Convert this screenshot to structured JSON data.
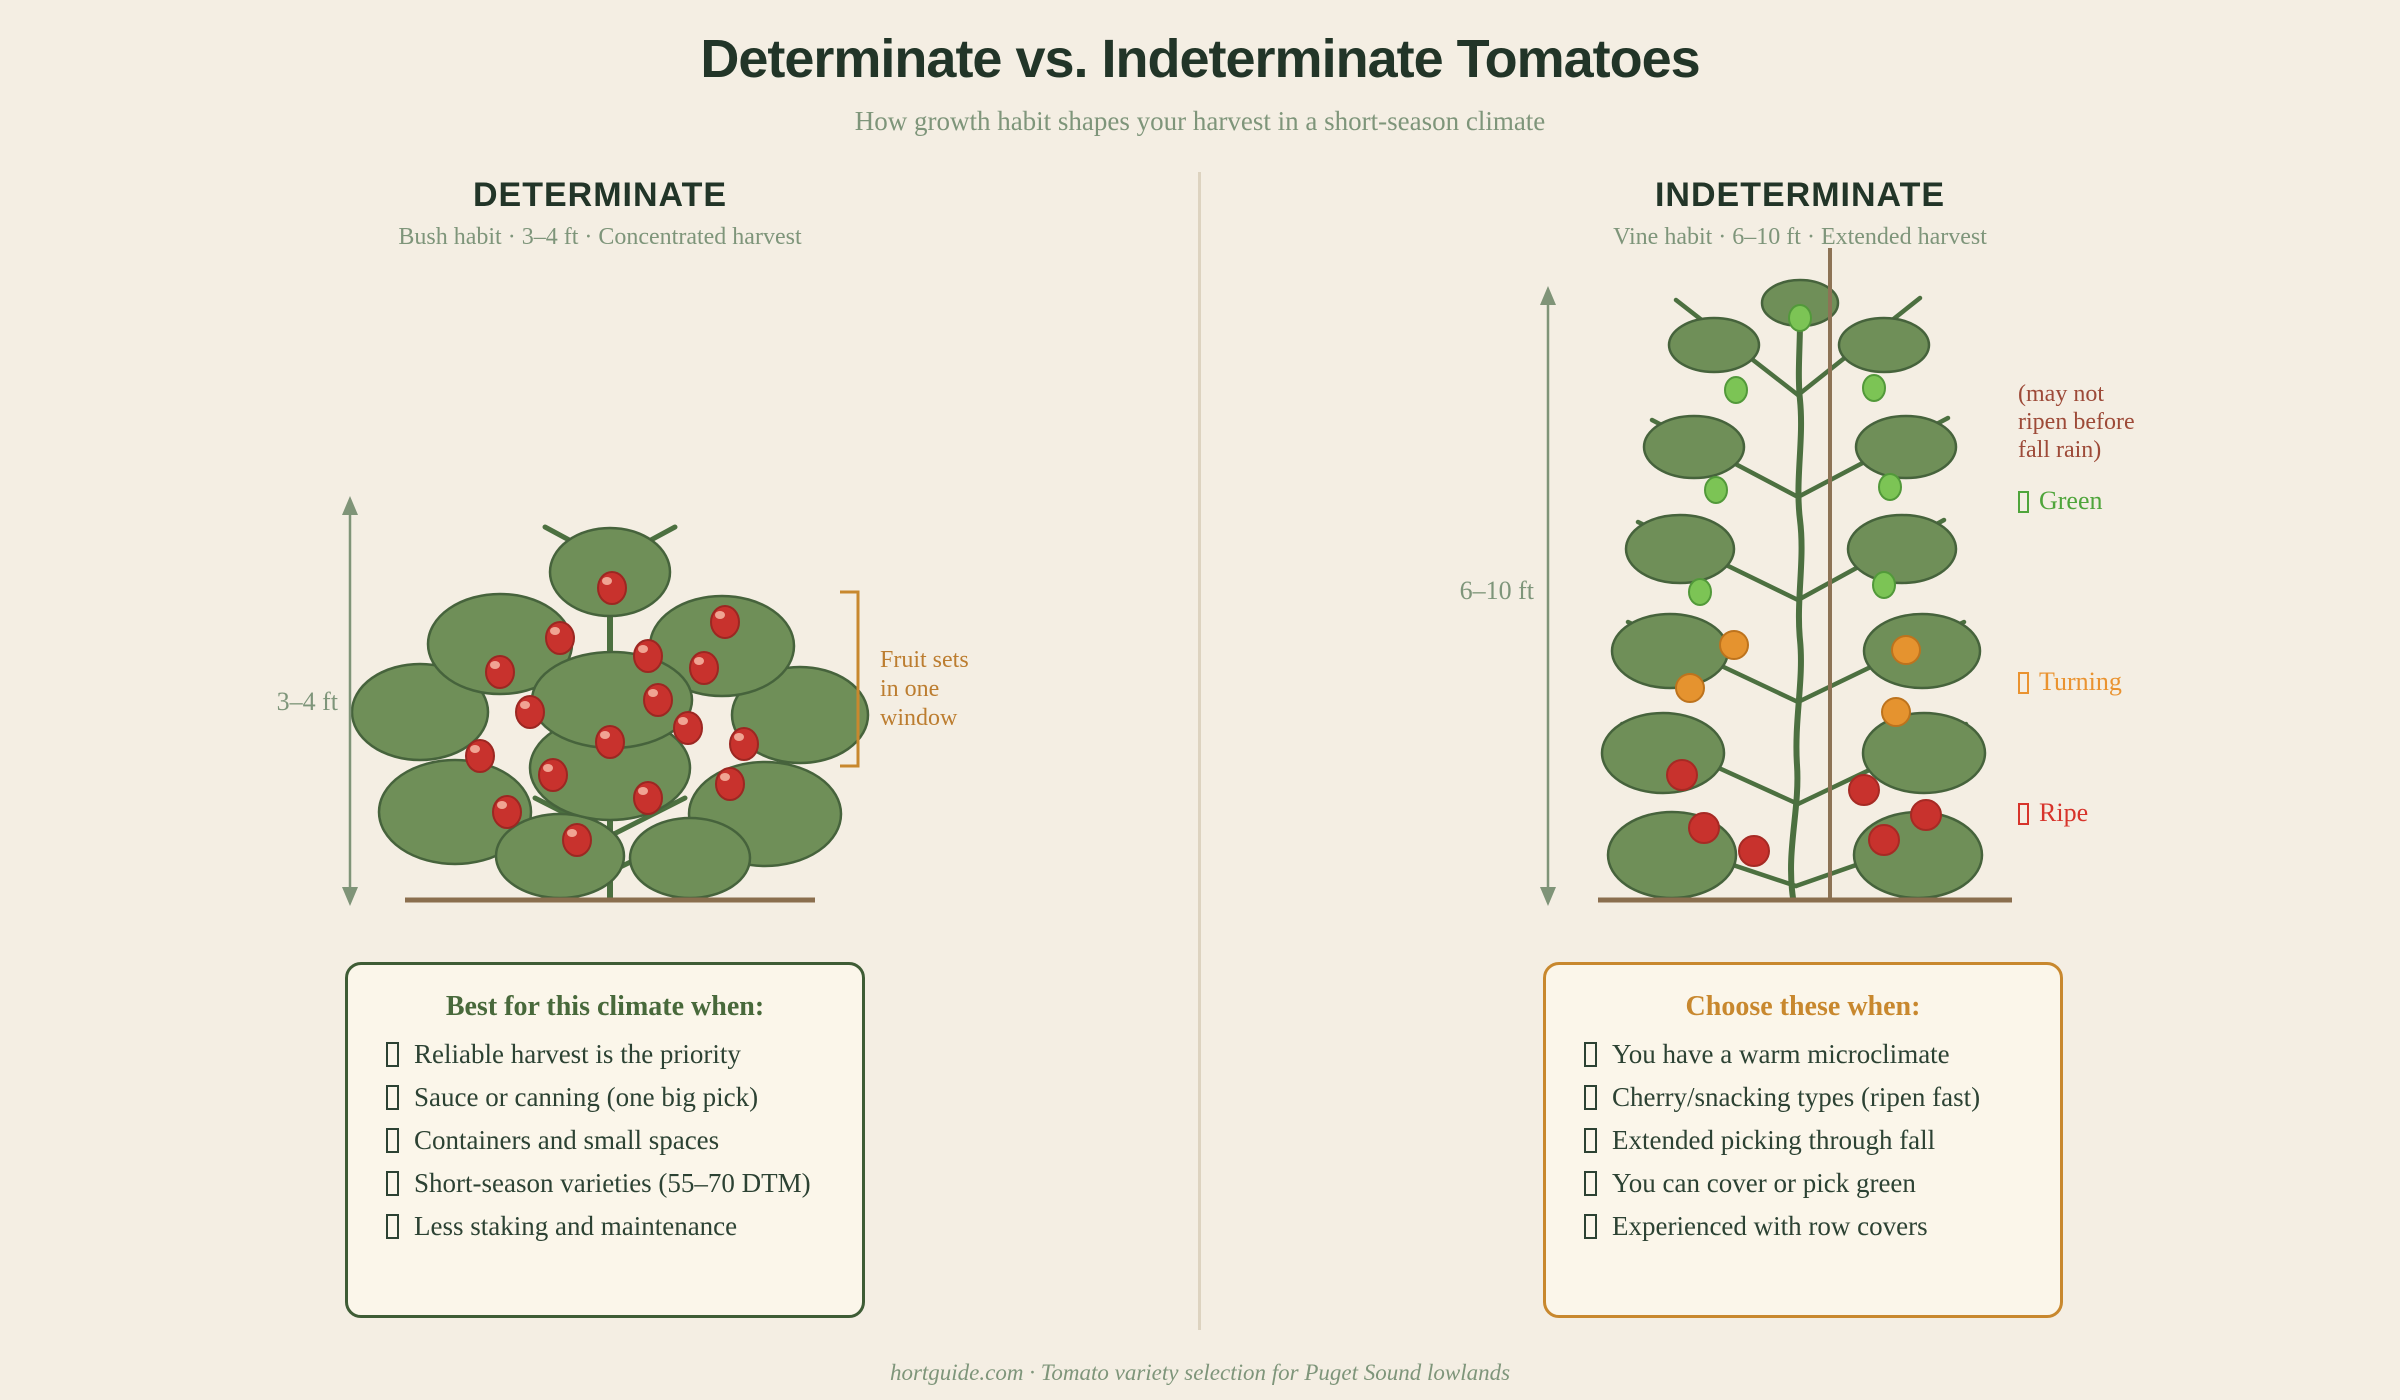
{
  "page": {
    "title": "Determinate vs. Indeterminate Tomatoes",
    "subtitle": "How growth habit shapes your harvest in a short-season climate",
    "footer": "hortguide.com  ·  Tomato variety selection for Puget Sound lowlands"
  },
  "determinate": {
    "heading": "DETERMINATE",
    "subheading": "Bush habit  ·  3–4 ft  ·  Concentrated harvest",
    "height_label": "3–4 ft",
    "bracket_lines": [
      "Fruit sets",
      "in one",
      "window"
    ],
    "card": {
      "title": "Best for this climate when:",
      "items": [
        "Reliable harvest is the priority",
        "Sauce or canning (one big pick)",
        "Containers and small spaces",
        "Short-season varieties (55–70 DTM)",
        "Less staking and maintenance"
      ]
    }
  },
  "indeterminate": {
    "heading": "INDETERMINATE",
    "subheading": "Vine habit  ·  6–10 ft  ·  Extended harvest",
    "height_label": "6–10 ft",
    "note_lines": [
      "(may not",
      "ripen before",
      "fall rain)"
    ],
    "legend": [
      {
        "label": "Green",
        "color": "#4fa53b"
      },
      {
        "label": "Turning",
        "color": "#ea9330"
      },
      {
        "label": "Ripe",
        "color": "#d7342b"
      }
    ],
    "card": {
      "title": "Choose these when:",
      "items": [
        "You have a warm microclimate",
        "Cherry/snacking types (ripen fast)",
        "Extended picking through fall",
        "You can cover or pick green",
        "Experienced with row covers"
      ]
    }
  },
  "colors": {
    "background": "#f4eee3",
    "ink_dark_green": "#223528",
    "muted_green": "#7e957a",
    "card_bg": "#fbf6ea",
    "determinate_accent": "#3e5c35",
    "indeterminate_accent": "#c8882e",
    "bracket_label": "#bc7d30",
    "note_red": "#9d4a38",
    "legend_green": "#4fa53b",
    "legend_orange": "#ea9330",
    "legend_red": "#d7342b",
    "leaf": "#6f8f58",
    "leaf_outline": "#46633c",
    "stem": "#4c7040",
    "ground": "#8a6e4e",
    "stake": "#8d7355",
    "fruit_red": "#c8322d",
    "fruit_orange": "#e5932f",
    "fruit_green": "#7cc455",
    "arrow": "#7f9478",
    "divider": "#ddd3c0"
  }
}
